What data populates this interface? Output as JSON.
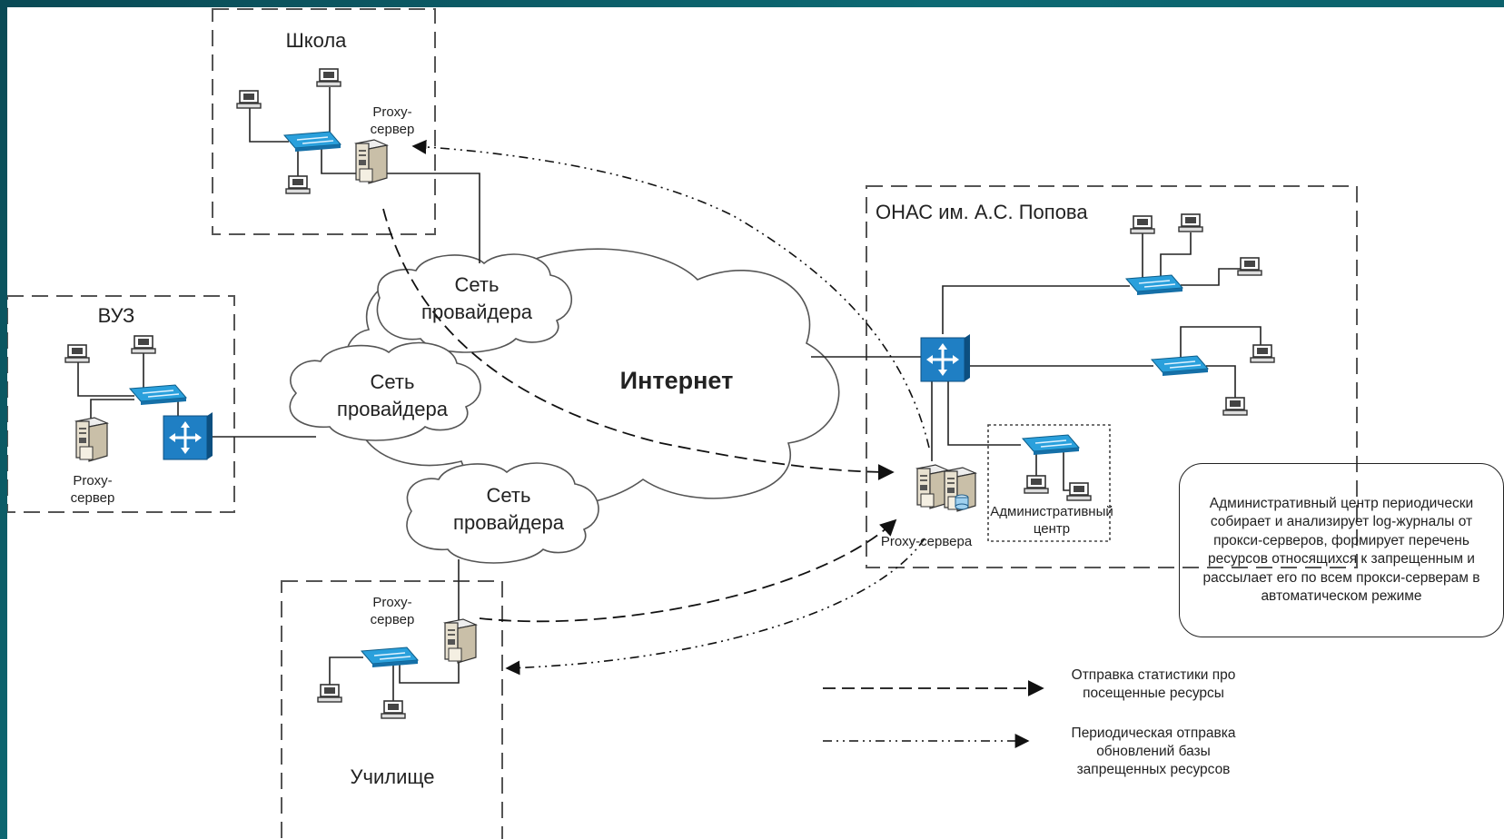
{
  "sites": {
    "school": {
      "title": "Школа",
      "proxy_label_1": "Proxy-",
      "proxy_label_2": "сервер"
    },
    "university": {
      "title": "ВУЗ",
      "proxy_label_1": "Proxy-",
      "proxy_label_2": "сервер"
    },
    "college": {
      "title": "Училище",
      "proxy_label_1": "Proxy-",
      "proxy_label_2": "сервер"
    },
    "onas": {
      "title": "ОНАС им. А.С. Попова",
      "proxy_servers_label": "Proxy-сервера",
      "admin_center_1": "Административный",
      "admin_center_2": "центр"
    }
  },
  "clouds": {
    "internet": "Интернет",
    "provider_a_1": "Сеть",
    "provider_a_2": "провайдера",
    "provider_b_1": "Сеть",
    "provider_b_2": "провайдера",
    "provider_c_1": "Сеть",
    "provider_c_2": "провайдера"
  },
  "note": "Административный центр периодически собирает и анализирует log-журналы от прокси-серверов, формирует перечень ресурсов относящихся к запрещенным и рассылает его по всем прокси-серверам в автоматическом режиме",
  "legend": {
    "stats_1": "Отправка статистики про",
    "stats_2": "посещенные ресурсы",
    "updates_1": "Периодическая отправка",
    "updates_2": "обновлений базы",
    "updates_3": "запрещенных ресурсов"
  },
  "colors": {
    "switch": "#2aa0dc",
    "router": "#1f7fc4",
    "line": "#222222",
    "frame": "#555555",
    "background": "#0d6a74"
  }
}
